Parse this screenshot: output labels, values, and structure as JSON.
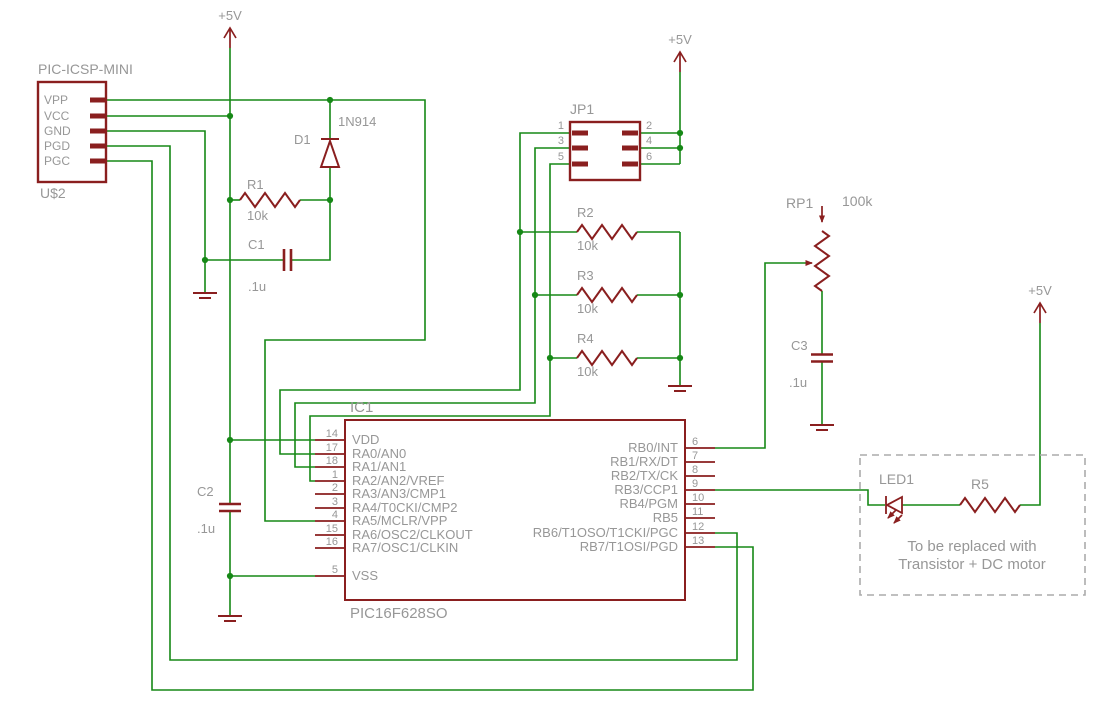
{
  "colors": {
    "wire": "#168816",
    "symbol": "#8a1f1f",
    "label": "#979797"
  },
  "supplies": [
    "+5V",
    "+5V",
    "+5V"
  ],
  "connector": {
    "title": "PIC-ICSP-MINI",
    "designator": "U$2",
    "pins": [
      "VPP",
      "VCC",
      "GND",
      "PGD",
      "PGC"
    ]
  },
  "jp1": {
    "name": "JP1",
    "pins": {
      "left": [
        "1",
        "3",
        "5"
      ],
      "right": [
        "2",
        "4",
        "6"
      ]
    }
  },
  "parts": {
    "d1": {
      "name": "D1",
      "value": "1N914"
    },
    "r1": {
      "name": "R1",
      "value": "10k"
    },
    "r2": {
      "name": "R2",
      "value": "10k"
    },
    "r3": {
      "name": "R3",
      "value": "10k"
    },
    "r4": {
      "name": "R4",
      "value": "10k"
    },
    "r5": {
      "name": "R5"
    },
    "c1": {
      "name": "C1",
      "value": ".1u"
    },
    "c2": {
      "name": "C2",
      "value": ".1u"
    },
    "c3": {
      "name": "C3",
      "value": ".1u"
    },
    "rp1": {
      "name": "RP1",
      "value": "100k"
    },
    "led1": {
      "name": "LED1"
    }
  },
  "ic1": {
    "name": "IC1",
    "part": "PIC16F628SO",
    "left_pins": [
      {
        "num": "14",
        "label": "VDD"
      },
      {
        "num": "17",
        "label": "RA0/AN0"
      },
      {
        "num": "18",
        "label": "RA1/AN1"
      },
      {
        "num": "1",
        "label": "RA2/AN2/VREF"
      },
      {
        "num": "2",
        "label": "RA3/AN3/CMP1"
      },
      {
        "num": "3",
        "label": "RA4/T0CKI/CMP2"
      },
      {
        "num": "4",
        "label": "RA5/MCLR/VPP"
      },
      {
        "num": "15",
        "label": "RA6/OSC2/CLKOUT"
      },
      {
        "num": "16",
        "label": "RA7/OSC1/CLKIN"
      },
      {
        "num": "5",
        "label": "VSS"
      }
    ],
    "right_pins": [
      {
        "num": "6",
        "label": "RB0/INT"
      },
      {
        "num": "7",
        "label": "RB1/RX/DT"
      },
      {
        "num": "8",
        "label": "RB2/TX/CK"
      },
      {
        "num": "9",
        "label": "RB3/CCP1"
      },
      {
        "num": "10",
        "label": "RB4/PGM"
      },
      {
        "num": "11",
        "label": "RB5"
      },
      {
        "num": "12",
        "label": "RB6/T1OSO/T1CKI/PGC"
      },
      {
        "num": "13",
        "label": "RB7/T1OSI/PGD"
      }
    ]
  },
  "note": {
    "line1": "To be replaced with",
    "line2": "Transistor + DC motor"
  }
}
